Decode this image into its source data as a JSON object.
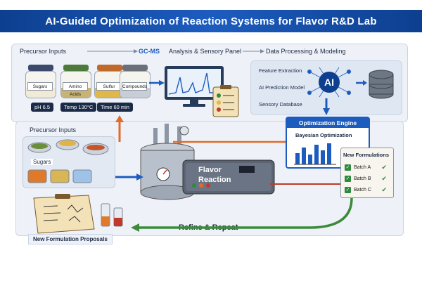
{
  "title": "AI-Guided Optimization of Reaction Systems for Flavor R&D Lab",
  "flow_labels": {
    "precursor_inputs_top": "Precursor Inputs",
    "gcms": "GC-MS",
    "analysis_panel": "Analysis & Sensory Panel",
    "data_processing": "Data Processing & Modeling",
    "precursor_inputs_mid": "Precursor Inputs"
  },
  "jars_top": [
    "Sugars",
    "Amino Acids",
    "Sulfur",
    "Compounds"
  ],
  "conditions": {
    "ph": "pH 6.5",
    "temp": "Temp 130°C",
    "time": "Time 60 min"
  },
  "bowls_label": "Sugars",
  "modeling": {
    "items": [
      "Feature Extraction",
      "AI Prediction Model",
      "Sensory Database"
    ],
    "ai_badge": "AI"
  },
  "optimization": {
    "title": "Optimization Engine",
    "bayesian": "Bayesian Optimization"
  },
  "reactor_label": [
    "Flavor",
    "Reaction"
  ],
  "new_formulations": {
    "title": "New Formulations",
    "batches": [
      "Batch A",
      "Batch B",
      "Batch C"
    ]
  },
  "refine": "Refine & Repeat",
  "proposals": "New Formulation Proposals",
  "colors": {
    "banner": "#0d3f8f",
    "accent_blue": "#1d5cbf",
    "arrow_orange": "#e26b2a",
    "arrow_green": "#3c8a3a"
  }
}
